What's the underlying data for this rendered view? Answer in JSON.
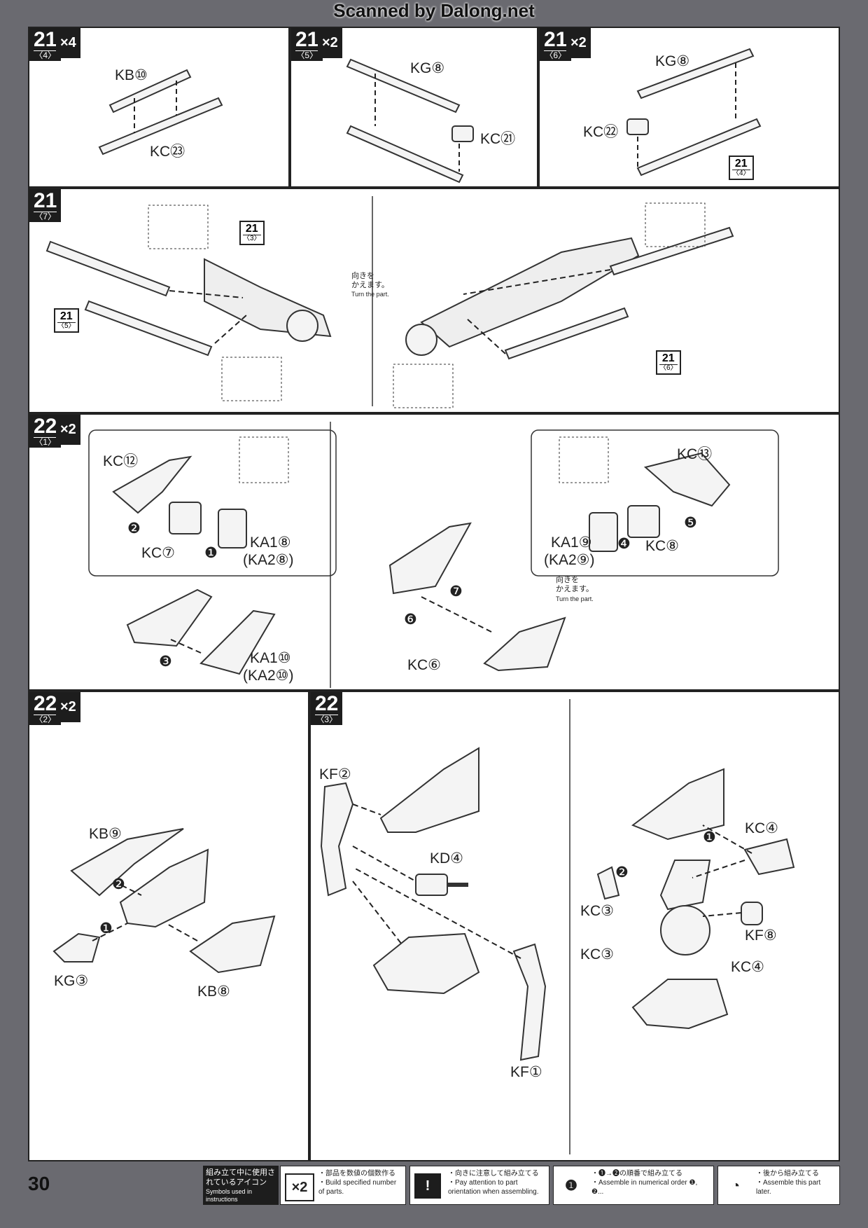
{
  "watermark": "Scanned by Dalong.net",
  "page_number": "30",
  "panels": {
    "p21_4": {
      "step": "21",
      "sub": "〈4〉",
      "qty": "×4",
      "labels": [
        "KB⑩",
        "KC㉓"
      ]
    },
    "p21_5": {
      "step": "21",
      "sub": "〈5〉",
      "qty": "×2",
      "labels": [
        "KG⑧",
        "KC㉑"
      ]
    },
    "p21_6": {
      "step": "21",
      "sub": "〈6〉",
      "qty": "×2",
      "labels": [
        "KG⑧",
        "KC㉒"
      ],
      "ref": {
        "num": "21",
        "sub": "〈4〉"
      }
    },
    "p21_7": {
      "step": "21",
      "sub": "〈7〉",
      "refs": [
        {
          "num": "21",
          "sub": "〈3〉"
        },
        {
          "num": "21",
          "sub": "〈5〉"
        },
        {
          "num": "21",
          "sub": "〈6〉"
        }
      ],
      "turn_jp": "向きを\nかえます。",
      "turn_en": "Turn the part."
    },
    "p22_1": {
      "step": "22",
      "sub": "〈1〉",
      "qty": "×2",
      "labels": [
        "KC⑫",
        "KC⑦",
        "KA1⑧",
        "(KA2⑧)",
        "KA1⑩",
        "(KA2⑩)",
        "KC⑥",
        "KC⑬",
        "KA1⑨",
        "(KA2⑨)",
        "KC⑧"
      ],
      "steps": [
        "❶",
        "❷",
        "❸",
        "❹",
        "❺",
        "❻",
        "❼"
      ],
      "turn_jp": "向きを\nかえます。",
      "turn_en": "Turn the part."
    },
    "p22_2": {
      "step": "22",
      "sub": "〈2〉",
      "qty": "×2",
      "labels": [
        "KB⑨",
        "KG③",
        "KB⑧"
      ],
      "steps": [
        "❶",
        "❷"
      ]
    },
    "p22_3": {
      "step": "22",
      "sub": "〈3〉",
      "labels": [
        "KF②",
        "KD④",
        "KF①",
        "KC④",
        "KF⑧",
        "KC③",
        "KC③",
        "KC④"
      ],
      "steps": [
        "❶",
        "❷"
      ]
    }
  },
  "legend": {
    "title_jp": "組み立て中に使用されているアイコン",
    "title_en": "Symbols used in instructions",
    "items": [
      {
        "icon": "×2",
        "jp": "・部品を数値の個数作る",
        "en": "・Build specified number of parts."
      },
      {
        "icon": "!",
        "jp": "・向きに注意して組み立てる",
        "en": "・Pay attention to part orientation when assembling."
      },
      {
        "icon": "❶",
        "jp": "・❶→❷の順番で組み立てる",
        "en": "・Assemble in numerical order ❶, ❷..."
      },
      {
        "icon": "◔",
        "jp": "・後から組み立てる",
        "en": "・Assemble this part later."
      }
    ]
  },
  "colors": {
    "ink": "#1d1d1d",
    "paper": "#ffffff",
    "border": "#6a6a70"
  }
}
